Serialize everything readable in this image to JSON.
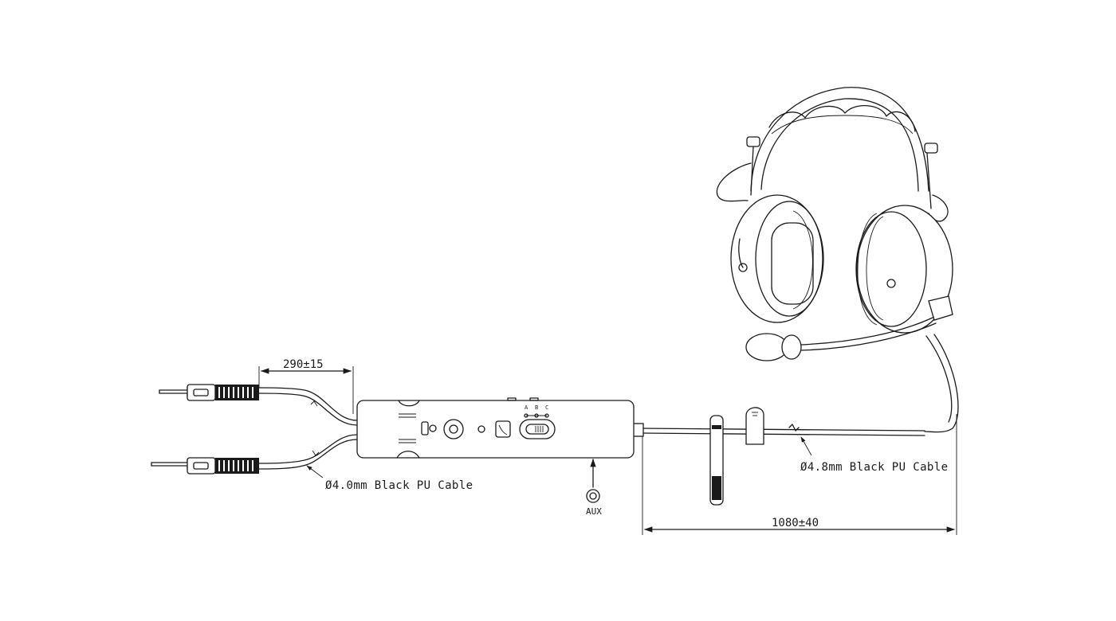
{
  "dimensions": {
    "split_length": "290±15",
    "main_cable_length": "1080±40"
  },
  "cables": {
    "split_cable": "Ø4.0mm Black PU Cable",
    "main_cable": "Ø4.8mm Black PU Cable"
  },
  "control_box": {
    "aux_label": "AUX",
    "switch_a": "A",
    "switch_b": "B",
    "switch_c": "C"
  },
  "colors": {
    "line": "#1a1a1a",
    "background": "#ffffff"
  }
}
